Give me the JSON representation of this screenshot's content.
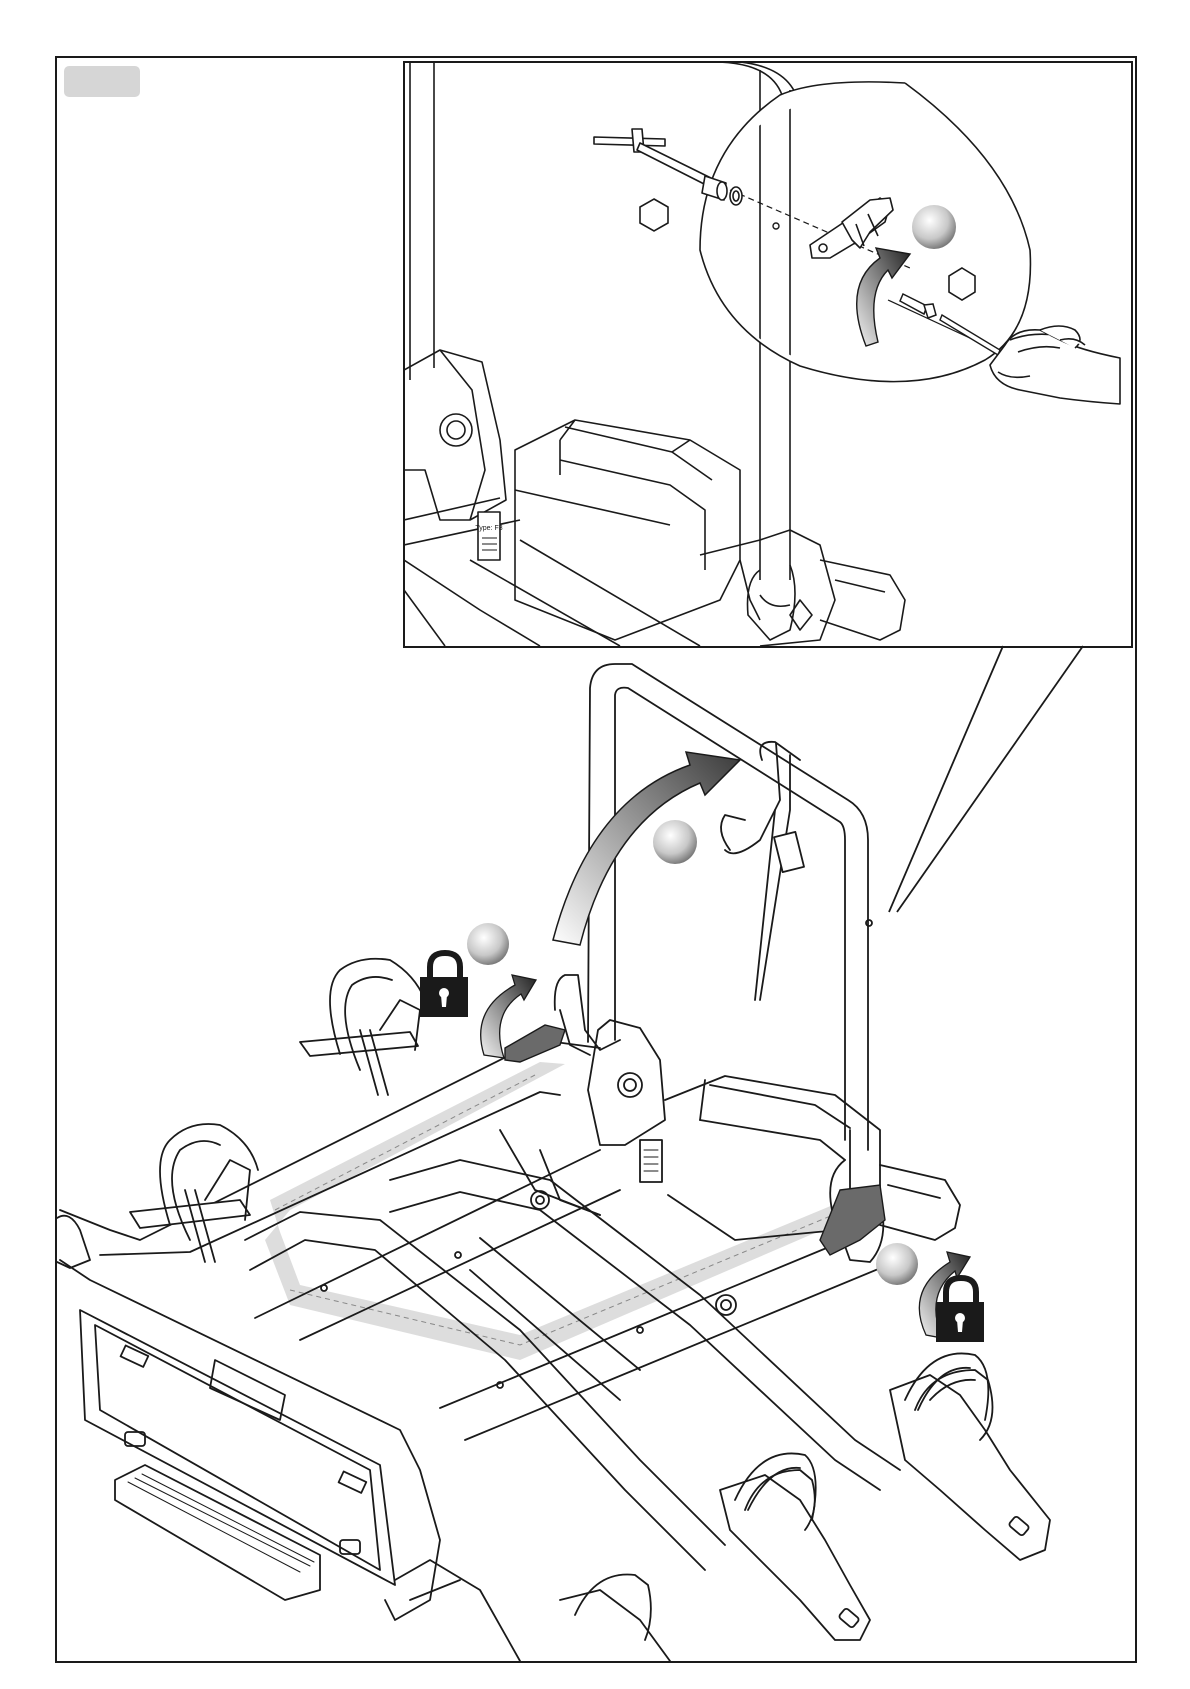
{
  "page": {
    "step_tab_label": "",
    "colors": {
      "line": "#1a1a1a",
      "shade": "#d9d9d9",
      "tab": "#d6d6d6",
      "lock": "#1a1a1a"
    }
  },
  "inset": {
    "label_plate_text": "Type: F3"
  },
  "steps": [
    {
      "id": "1"
    },
    {
      "id": "2"
    },
    {
      "id": "3"
    },
    {
      "id": "4"
    }
  ],
  "icons": [
    "lock-icon",
    "hex-nut-icon",
    "hand-icon",
    "socket-wrench-icon",
    "rotation-arrow-icon"
  ]
}
